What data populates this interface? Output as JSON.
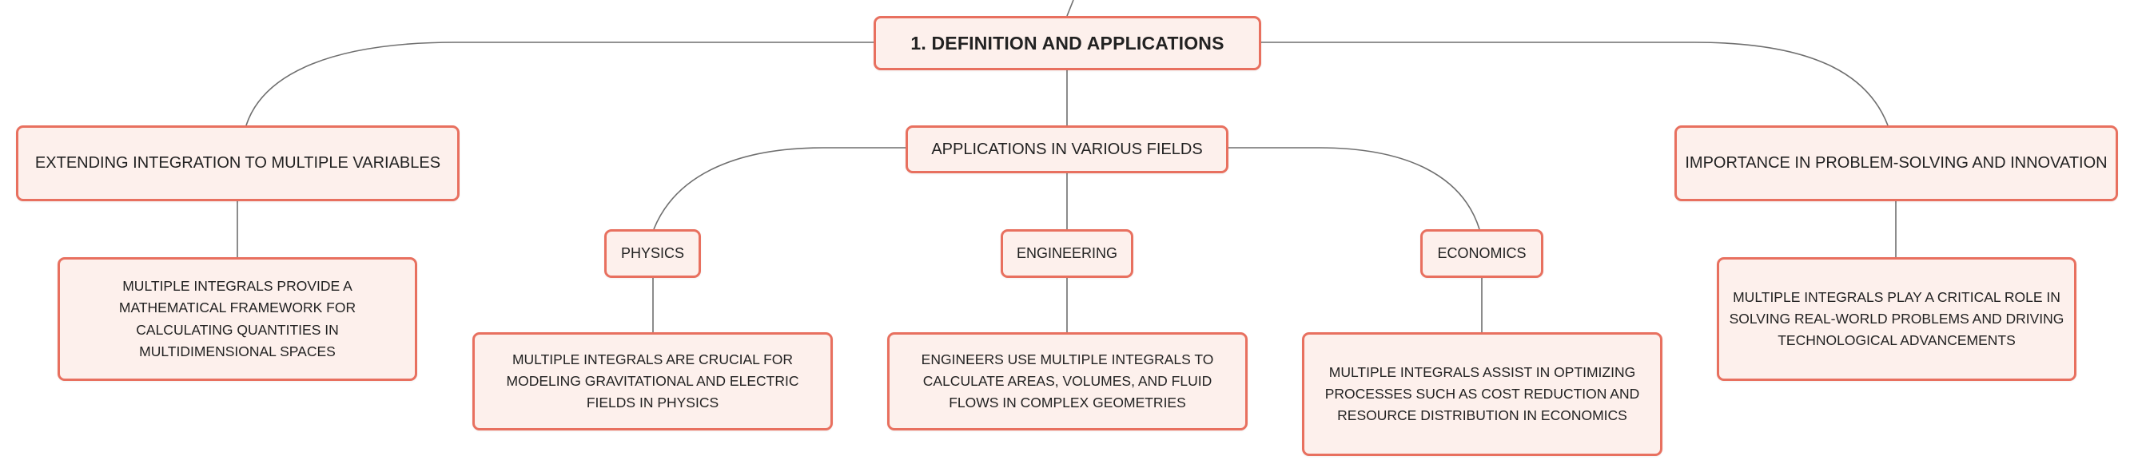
{
  "root": {
    "label": "1. DEFINITION AND APPLICATIONS"
  },
  "branches": {
    "left": {
      "label": "EXTENDING INTEGRATION TO MULTIPLE VARIABLES",
      "detail": "MULTIPLE INTEGRALS PROVIDE A MATHEMATICAL FRAMEWORK FOR CALCULATING QUANTITIES IN MULTIDIMENSIONAL SPACES"
    },
    "center": {
      "label": "APPLICATIONS IN VARIOUS FIELDS",
      "children": {
        "physics": {
          "label": "PHYSICS",
          "detail": "MULTIPLE INTEGRALS ARE CRUCIAL FOR MODELING GRAVITATIONAL AND ELECTRIC FIELDS IN PHYSICS"
        },
        "engineering": {
          "label": "ENGINEERING",
          "detail": "ENGINEERS USE MULTIPLE INTEGRALS TO CALCULATE AREAS, VOLUMES, AND FLUID FLOWS IN COMPLEX GEOMETRIES"
        },
        "economics": {
          "label": "ECONOMICS",
          "detail": "MULTIPLE INTEGRALS ASSIST IN OPTIMIZING PROCESSES SUCH AS COST REDUCTION AND RESOURCE DISTRIBUTION IN ECONOMICS"
        }
      }
    },
    "right": {
      "label": "IMPORTANCE IN PROBLEM-SOLVING AND INNOVATION",
      "detail": "MULTIPLE INTEGRALS PLAY A CRITICAL ROLE IN SOLVING REAL-WORLD PROBLEMS AND DRIVING TECHNOLOGICAL ADVANCEMENTS"
    }
  },
  "colors": {
    "node_border": "#e8705f",
    "node_fill": "#fdf0ec",
    "connector": "#6f6f6f",
    "text": "#222222"
  }
}
